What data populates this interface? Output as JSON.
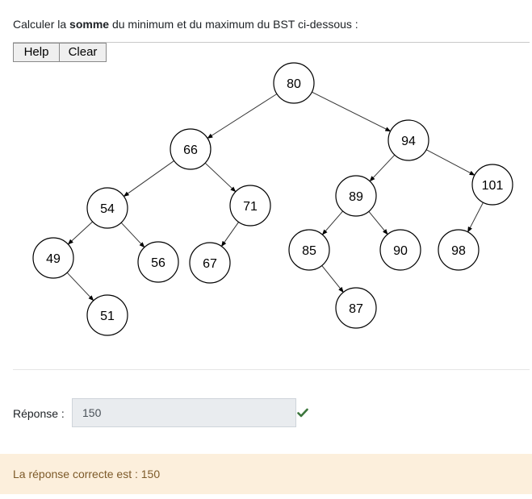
{
  "question": {
    "prefix": "Calculer la ",
    "bold": "somme",
    "suffix": " du minimum et du maximum du BST ci-dessous :"
  },
  "toolbar": {
    "help_label": "Help",
    "clear_label": "Clear"
  },
  "tree": {
    "nodes": [
      {
        "id": "80",
        "label": "80"
      },
      {
        "id": "66",
        "label": "66"
      },
      {
        "id": "94",
        "label": "94"
      },
      {
        "id": "54",
        "label": "54"
      },
      {
        "id": "71",
        "label": "71"
      },
      {
        "id": "89",
        "label": "89"
      },
      {
        "id": "101",
        "label": "101"
      },
      {
        "id": "49",
        "label": "49"
      },
      {
        "id": "56",
        "label": "56"
      },
      {
        "id": "67",
        "label": "67"
      },
      {
        "id": "85",
        "label": "85"
      },
      {
        "id": "90",
        "label": "90"
      },
      {
        "id": "98",
        "label": "98"
      },
      {
        "id": "51",
        "label": "51"
      },
      {
        "id": "87",
        "label": "87"
      }
    ],
    "edges": [
      [
        "80",
        "66"
      ],
      [
        "80",
        "94"
      ],
      [
        "66",
        "54"
      ],
      [
        "66",
        "71"
      ],
      [
        "94",
        "89"
      ],
      [
        "94",
        "101"
      ],
      [
        "54",
        "49"
      ],
      [
        "54",
        "56"
      ],
      [
        "71",
        "67"
      ],
      [
        "89",
        "85"
      ],
      [
        "89",
        "90"
      ],
      [
        "101",
        "98"
      ],
      [
        "49",
        "51"
      ],
      [
        "85",
        "87"
      ]
    ]
  },
  "answer": {
    "label": "Réponse :",
    "value": "150",
    "status_icon": "check-icon",
    "status_color": "#3c763d"
  },
  "feedback": {
    "text": "La réponse correcte est : 150",
    "bg_color": "#fcefdc"
  }
}
